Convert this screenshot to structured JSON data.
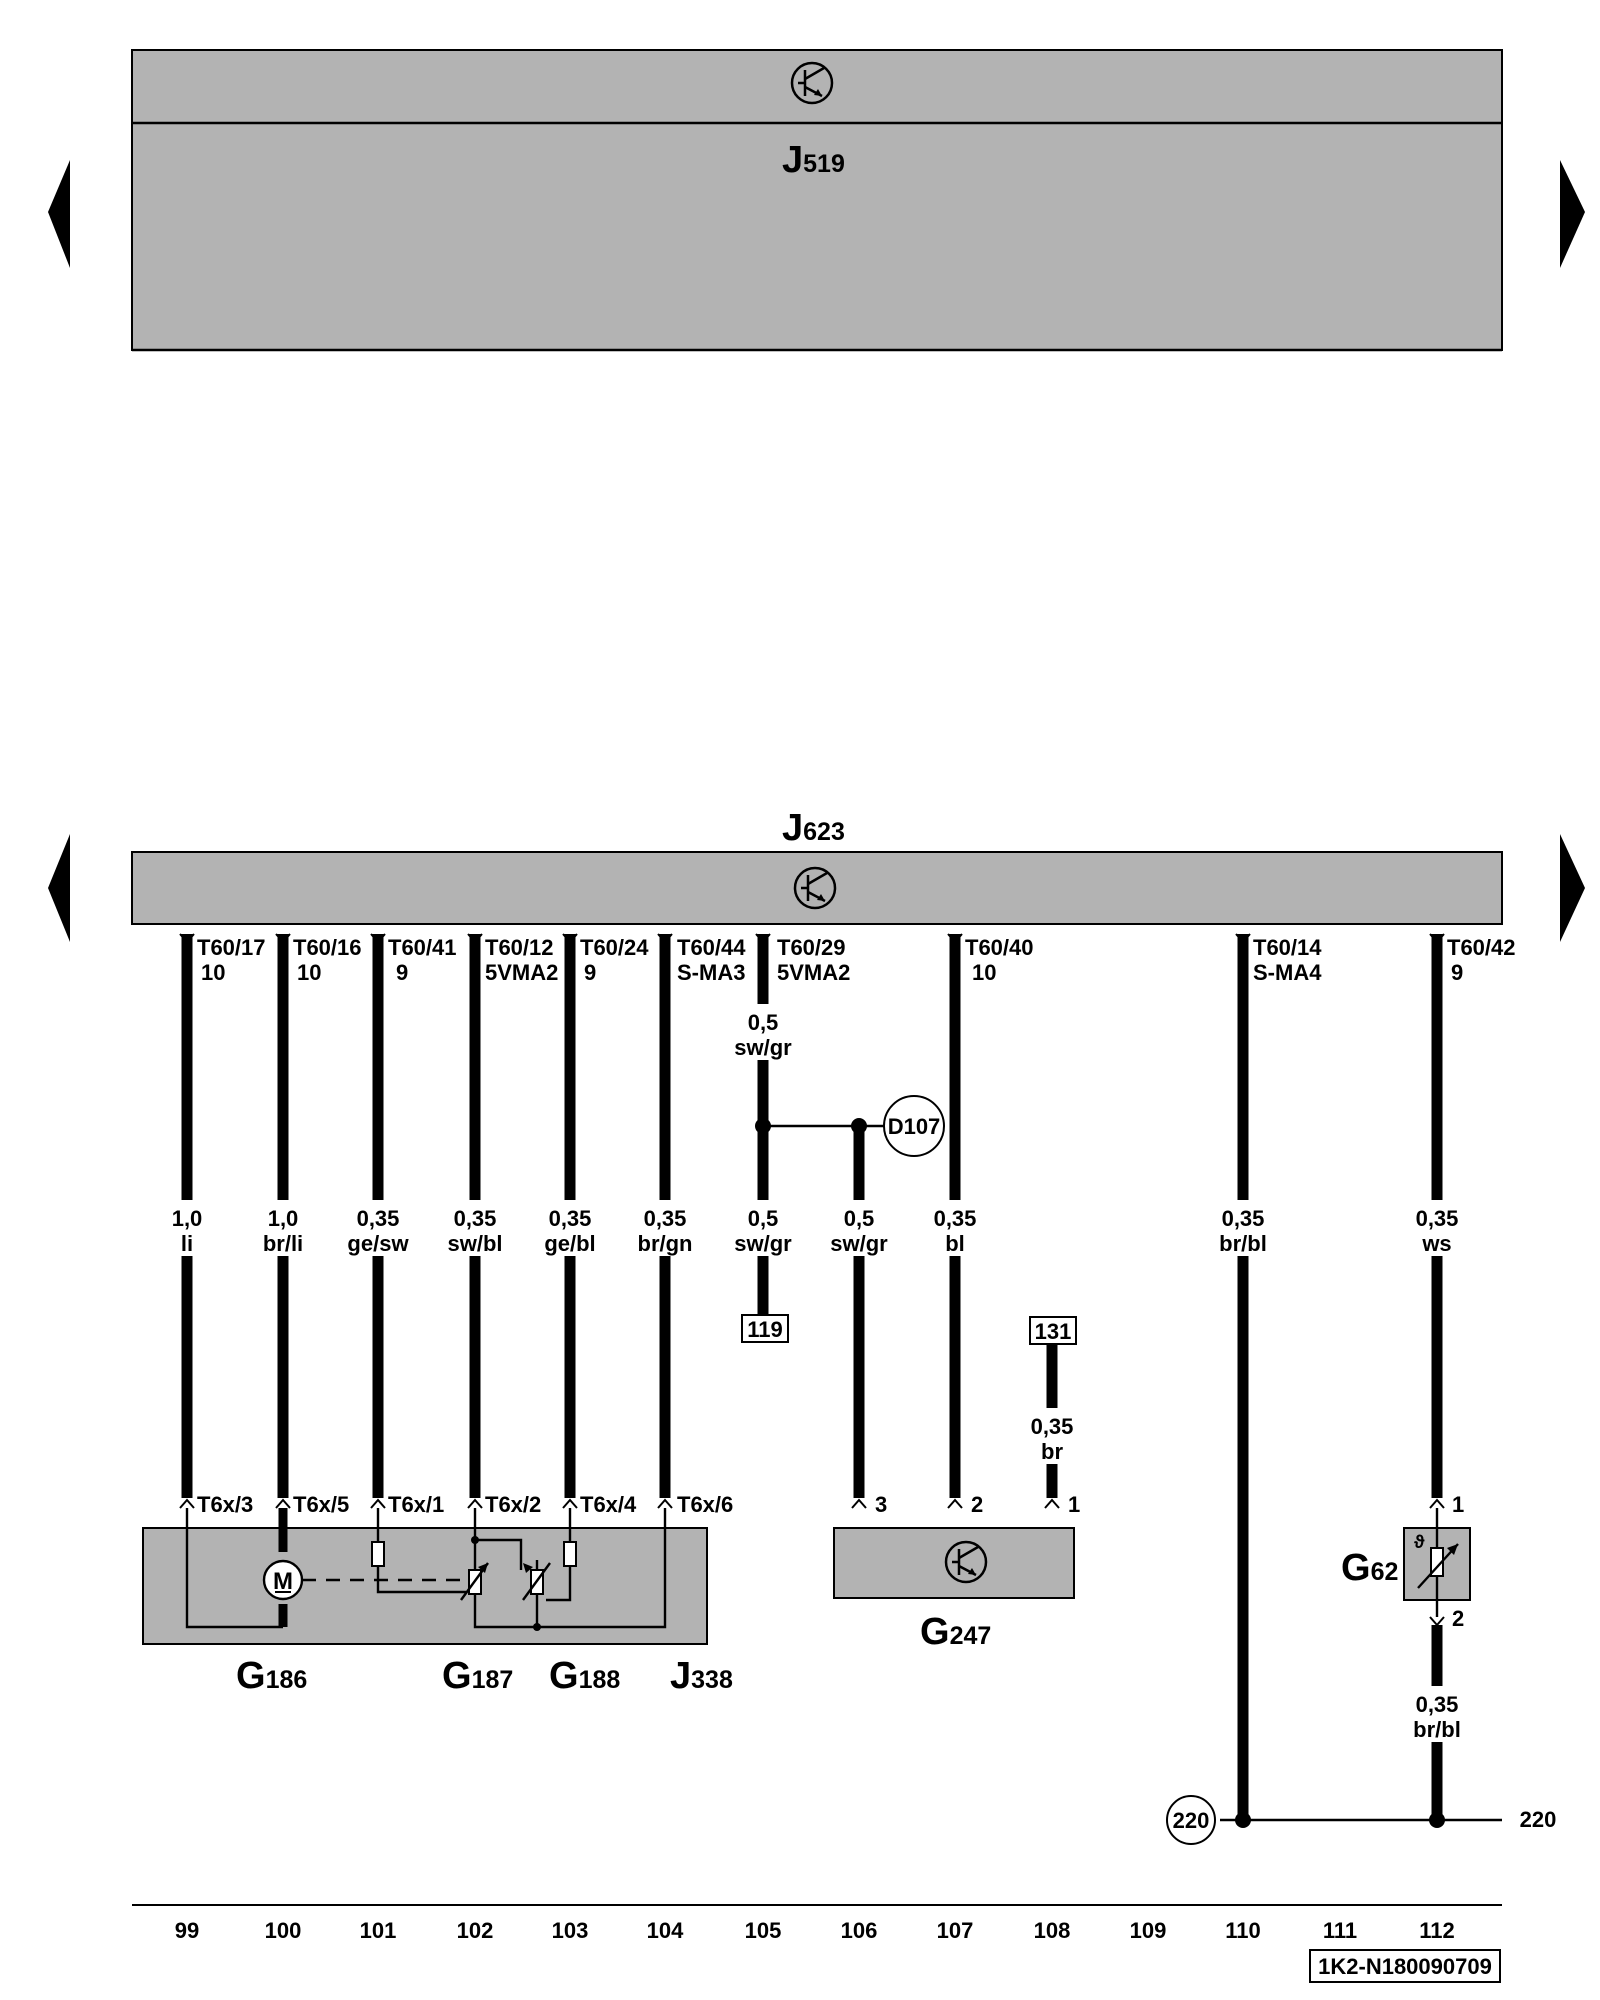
{
  "units": {
    "J519": {
      "letter": "J",
      "number": "519"
    },
    "J623": {
      "letter": "J",
      "number": "623"
    },
    "G186": {
      "letter": "G",
      "number": "186"
    },
    "G187": {
      "letter": "G",
      "number": "187"
    },
    "G188": {
      "letter": "G",
      "number": "188"
    },
    "J338": {
      "letter": "J",
      "number": "338"
    },
    "G247": {
      "letter": "G",
      "number": "247"
    },
    "G62": {
      "letter": "G",
      "number": "62"
    }
  },
  "top_pins": [
    {
      "pin": "T60/17",
      "sub": "10"
    },
    {
      "pin": "T60/16",
      "sub": "10"
    },
    {
      "pin": "T60/41",
      "sub": "9"
    },
    {
      "pin": "T60/12",
      "sub": "5VMA2"
    },
    {
      "pin": "T60/24",
      "sub": "9"
    },
    {
      "pin": "T60/44",
      "sub": "S-MA3"
    },
    {
      "pin": "T60/29",
      "sub": "5VMA2"
    },
    {
      "pin": "T60/40",
      "sub": "10"
    },
    {
      "pin": "T60/14",
      "sub": "S-MA4"
    },
    {
      "pin": "T60/42",
      "sub": "9"
    }
  ],
  "wires": [
    {
      "size": "1,0",
      "color": "li"
    },
    {
      "size": "1,0",
      "color": "br/li"
    },
    {
      "size": "0,35",
      "color": "ge/sw"
    },
    {
      "size": "0,35",
      "color": "sw/bl"
    },
    {
      "size": "0,35",
      "color": "ge/bl"
    },
    {
      "size": "0,35",
      "color": "br/gn"
    },
    {
      "size": "0,5",
      "color": "sw/gr"
    },
    {
      "size": "0,5",
      "color": "sw/gr"
    },
    {
      "size": "0,5",
      "color": "sw/gr"
    },
    {
      "size": "0,35",
      "color": "bl"
    },
    {
      "size": "0,35",
      "color": "br/bl"
    },
    {
      "size": "0,35",
      "color": "ws"
    },
    {
      "size": "0,35",
      "color": "br"
    },
    {
      "size": "0,35",
      "color": "br/bl"
    }
  ],
  "bottom_pins": {
    "g186": [
      "T6x/3",
      "T6x/5",
      "T6x/1",
      "T6x/2",
      "T6x/4",
      "T6x/6"
    ],
    "g247": [
      "3",
      "2",
      "1"
    ],
    "g62": [
      "1",
      "2"
    ]
  },
  "refs": {
    "d107": "D107",
    "ref119": "119",
    "ref131": "131",
    "ground_left": "220",
    "ground_right": "220"
  },
  "motor_label": "M",
  "theta": "ϑ",
  "columns": [
    "99",
    "100",
    "101",
    "102",
    "103",
    "104",
    "105",
    "106",
    "107",
    "108",
    "109",
    "110",
    "111",
    "112"
  ],
  "doc_id": "1K2-N180090709"
}
